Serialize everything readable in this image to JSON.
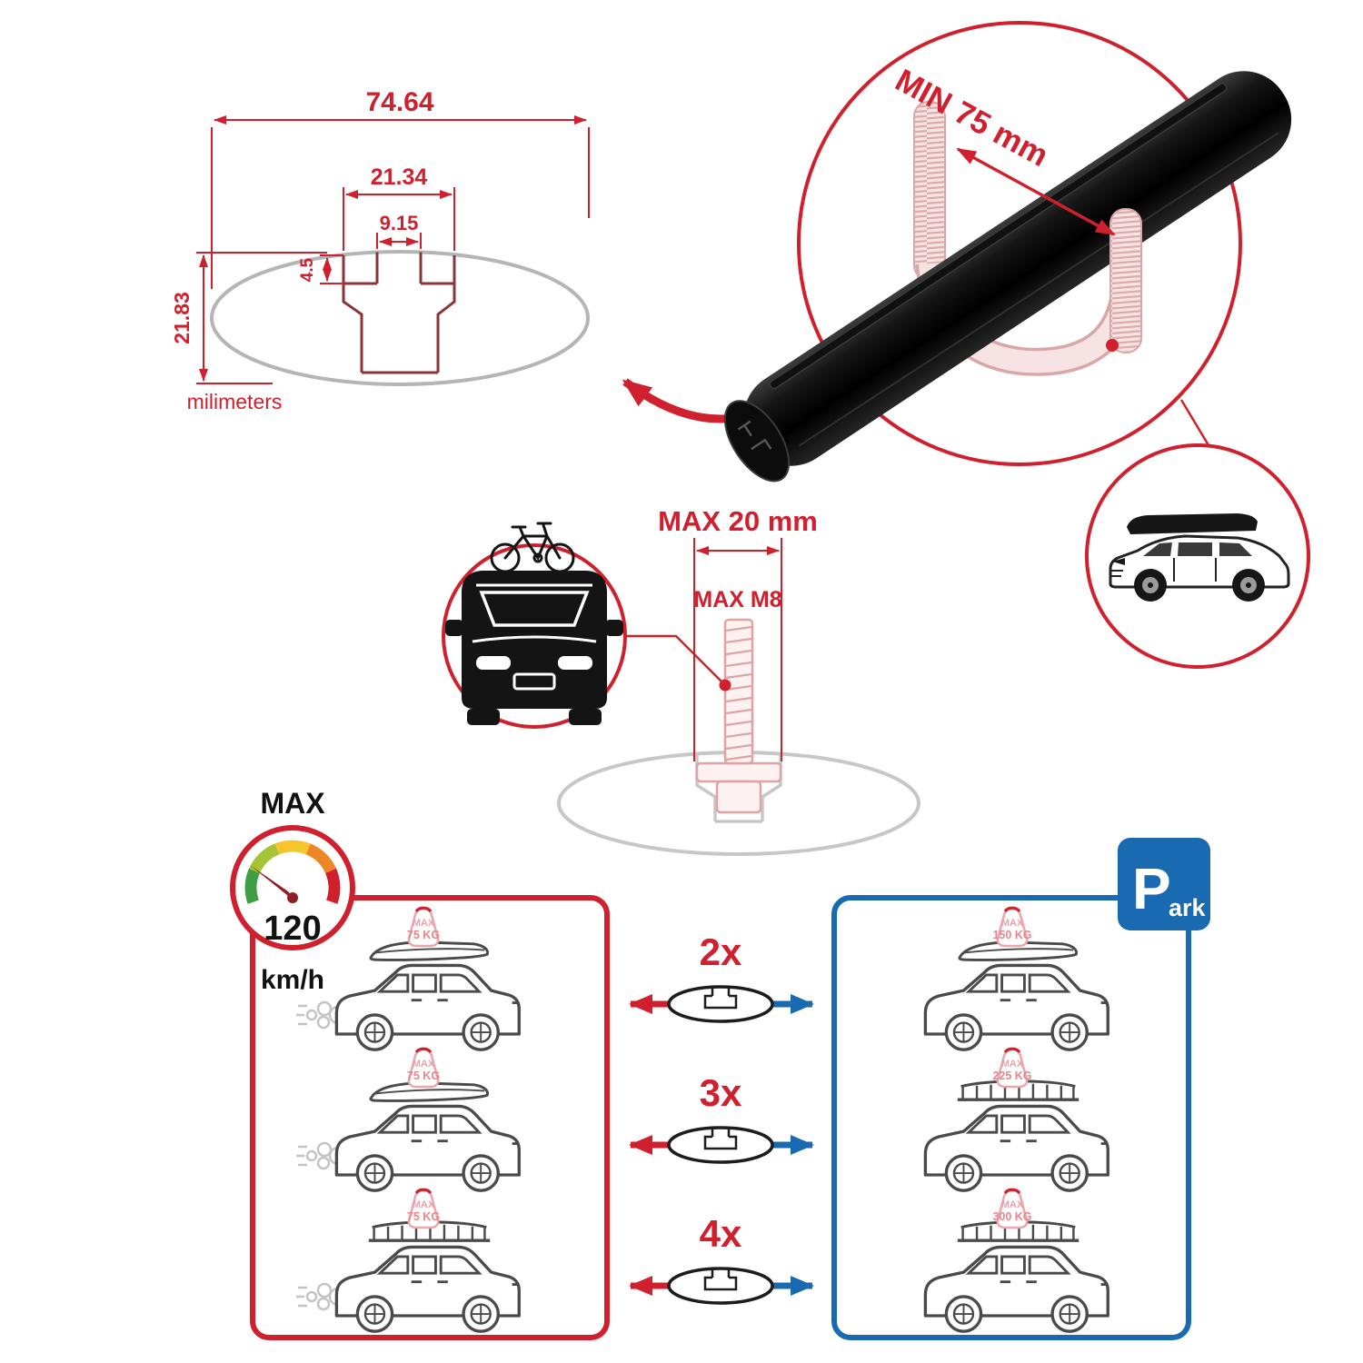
{
  "colors": {
    "accent_red": "#d0202e",
    "accent_blue": "#1a6ab2",
    "bar_black": "#0d0d0d",
    "sketch_gray": "#b5b5b5",
    "faded_pink": "#dfa3a3"
  },
  "profile_drawing": {
    "total_width": "74.64",
    "slot_outer_width": "21.34",
    "slot_inner_width": "9.15",
    "lip_depth": "4.5",
    "total_height": "21.83",
    "units_label": "milimeters"
  },
  "bar_detail": {
    "min_clearance_label": "MIN 75 mm"
  },
  "bolt_detail": {
    "max_width_label": "MAX 20 mm",
    "max_thread_label": "MAX M8"
  },
  "speed_limit": {
    "heading": "MAX",
    "value": "120",
    "units": "km/h"
  },
  "load_table": {
    "driving": [
      {
        "label": "MAX",
        "value": "75 KG"
      },
      {
        "label": "MAX",
        "value": "75 KG"
      },
      {
        "label": "MAX",
        "value": "75 KG"
      }
    ],
    "bar_counts": [
      "2x",
      "3x",
      "4x"
    ],
    "parked": [
      {
        "label": "MAX",
        "value": "150 KG"
      },
      {
        "label": "MAX",
        "value": "225 KG"
      },
      {
        "label": "MAX",
        "value": "300 KG"
      }
    ],
    "park_sign": {
      "letter": "P",
      "suffix": "ark"
    }
  }
}
